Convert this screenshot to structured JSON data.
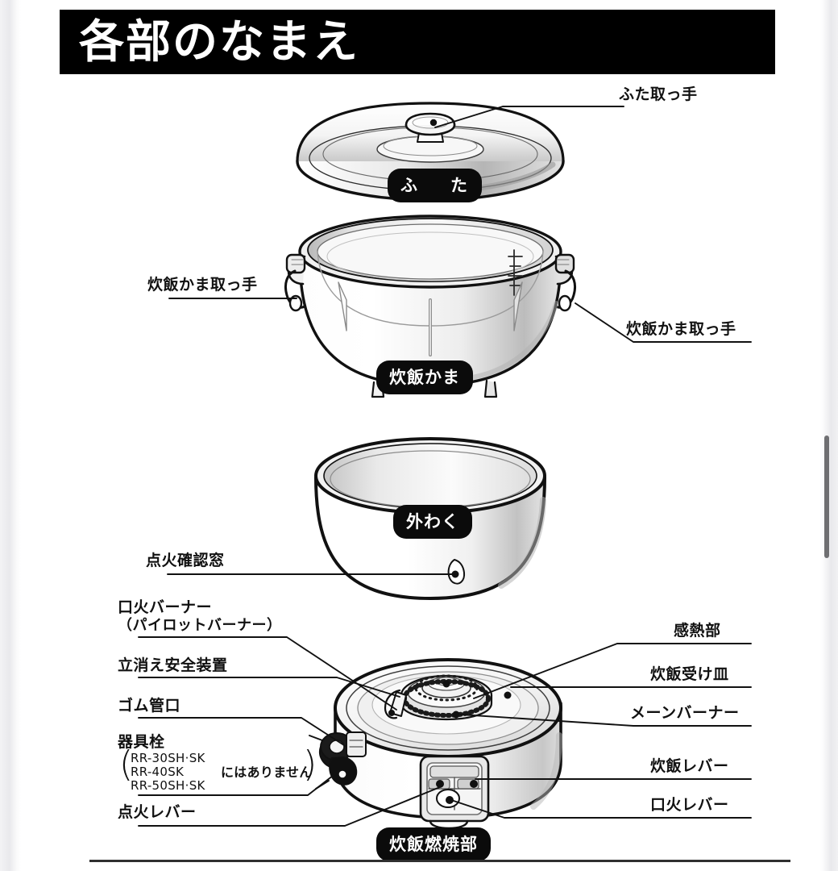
{
  "page": {
    "title": "各部のなまえ",
    "scrollbar_present": true,
    "colors": {
      "title_bar_bg": "#000000",
      "title_text": "#ffffff",
      "badge_bg": "#0b0b0b",
      "badge_text": "#ffffff",
      "line": "#111111",
      "page_bg": "#ffffff",
      "scrollbar_thumb": "#6f6f72"
    }
  },
  "badges": [
    {
      "id": "lid",
      "text": "ふ　た"
    },
    {
      "id": "rice-pot",
      "text": "炊飯かま"
    },
    {
      "id": "outer-frame",
      "text": "外わく"
    },
    {
      "id": "combustion-unit",
      "text": "炊飯燃焼部"
    }
  ],
  "callouts": {
    "lid_handle": "ふた取っ手",
    "pot_handle_left": "炊飯かま取っ手",
    "pot_handle_right": "炊飯かま取っ手",
    "ignition_window": "点火確認窓",
    "pilot_burner_line1": "口火バーナー",
    "pilot_burner_line2": "（パイロットバーナー）",
    "flame_failure_device": "立消え安全装置",
    "rubber_hose_port": "ゴム管口",
    "appliance_cock": "器具栓",
    "ignition_lever": "点火レバー",
    "heat_sensor": "感熱部",
    "drip_tray": "炊飯受け皿",
    "main_burner": "メーンバーナー",
    "cooking_lever": "炊飯レバー",
    "pilot_lever": "口火レバー"
  },
  "model_note": {
    "models": [
      "RR-30SH·SK",
      "RR-40SK",
      "RR-50SH·SK"
    ],
    "suffix": "にはありません",
    "paren_open": "(",
    "paren_close": ")"
  }
}
